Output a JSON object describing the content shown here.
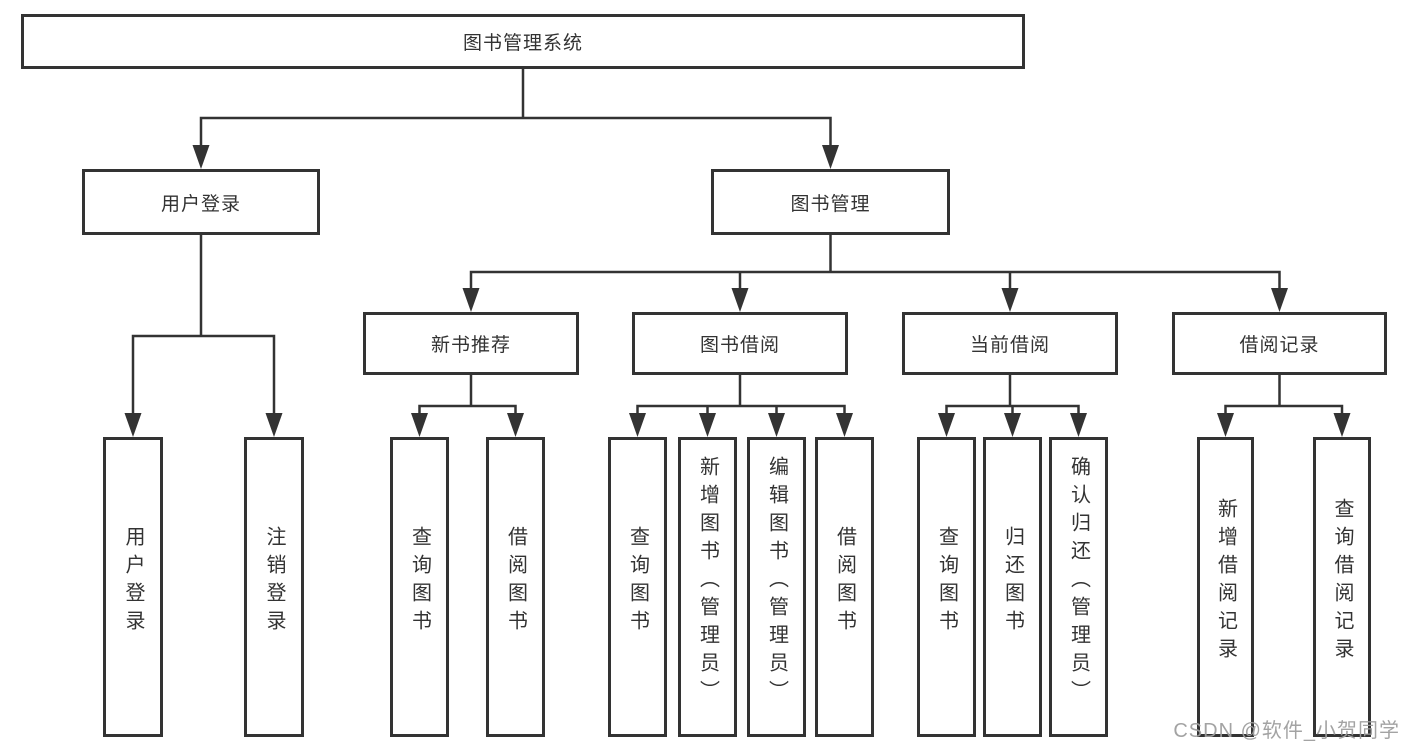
{
  "diagram": {
    "root": {
      "label": "图书管理系统"
    },
    "level1": [
      {
        "label": "用户登录"
      },
      {
        "label": "图书管理"
      }
    ],
    "level2": [
      {
        "label": "新书推荐"
      },
      {
        "label": "图书借阅"
      },
      {
        "label": "当前借阅"
      },
      {
        "label": "借阅记录"
      }
    ],
    "leaves": {
      "user": [
        "用户登录",
        "注销登录"
      ],
      "recommend": [
        "查询图书",
        "借阅图书"
      ],
      "borrow": [
        "查询图书",
        "新增图书（管理员）",
        "编辑图书（管理员）",
        "借阅图书"
      ],
      "current": [
        "查询图书",
        "归还图书",
        "确认归还（管理员）"
      ],
      "records": [
        "新增借阅记录",
        "查询借阅记录"
      ]
    },
    "watermark": "CSDN @软件_小贺同学",
    "colors": {
      "line": "#333333",
      "text": "#333333",
      "background": "#ffffff",
      "watermark": "#9e9e9e"
    }
  }
}
